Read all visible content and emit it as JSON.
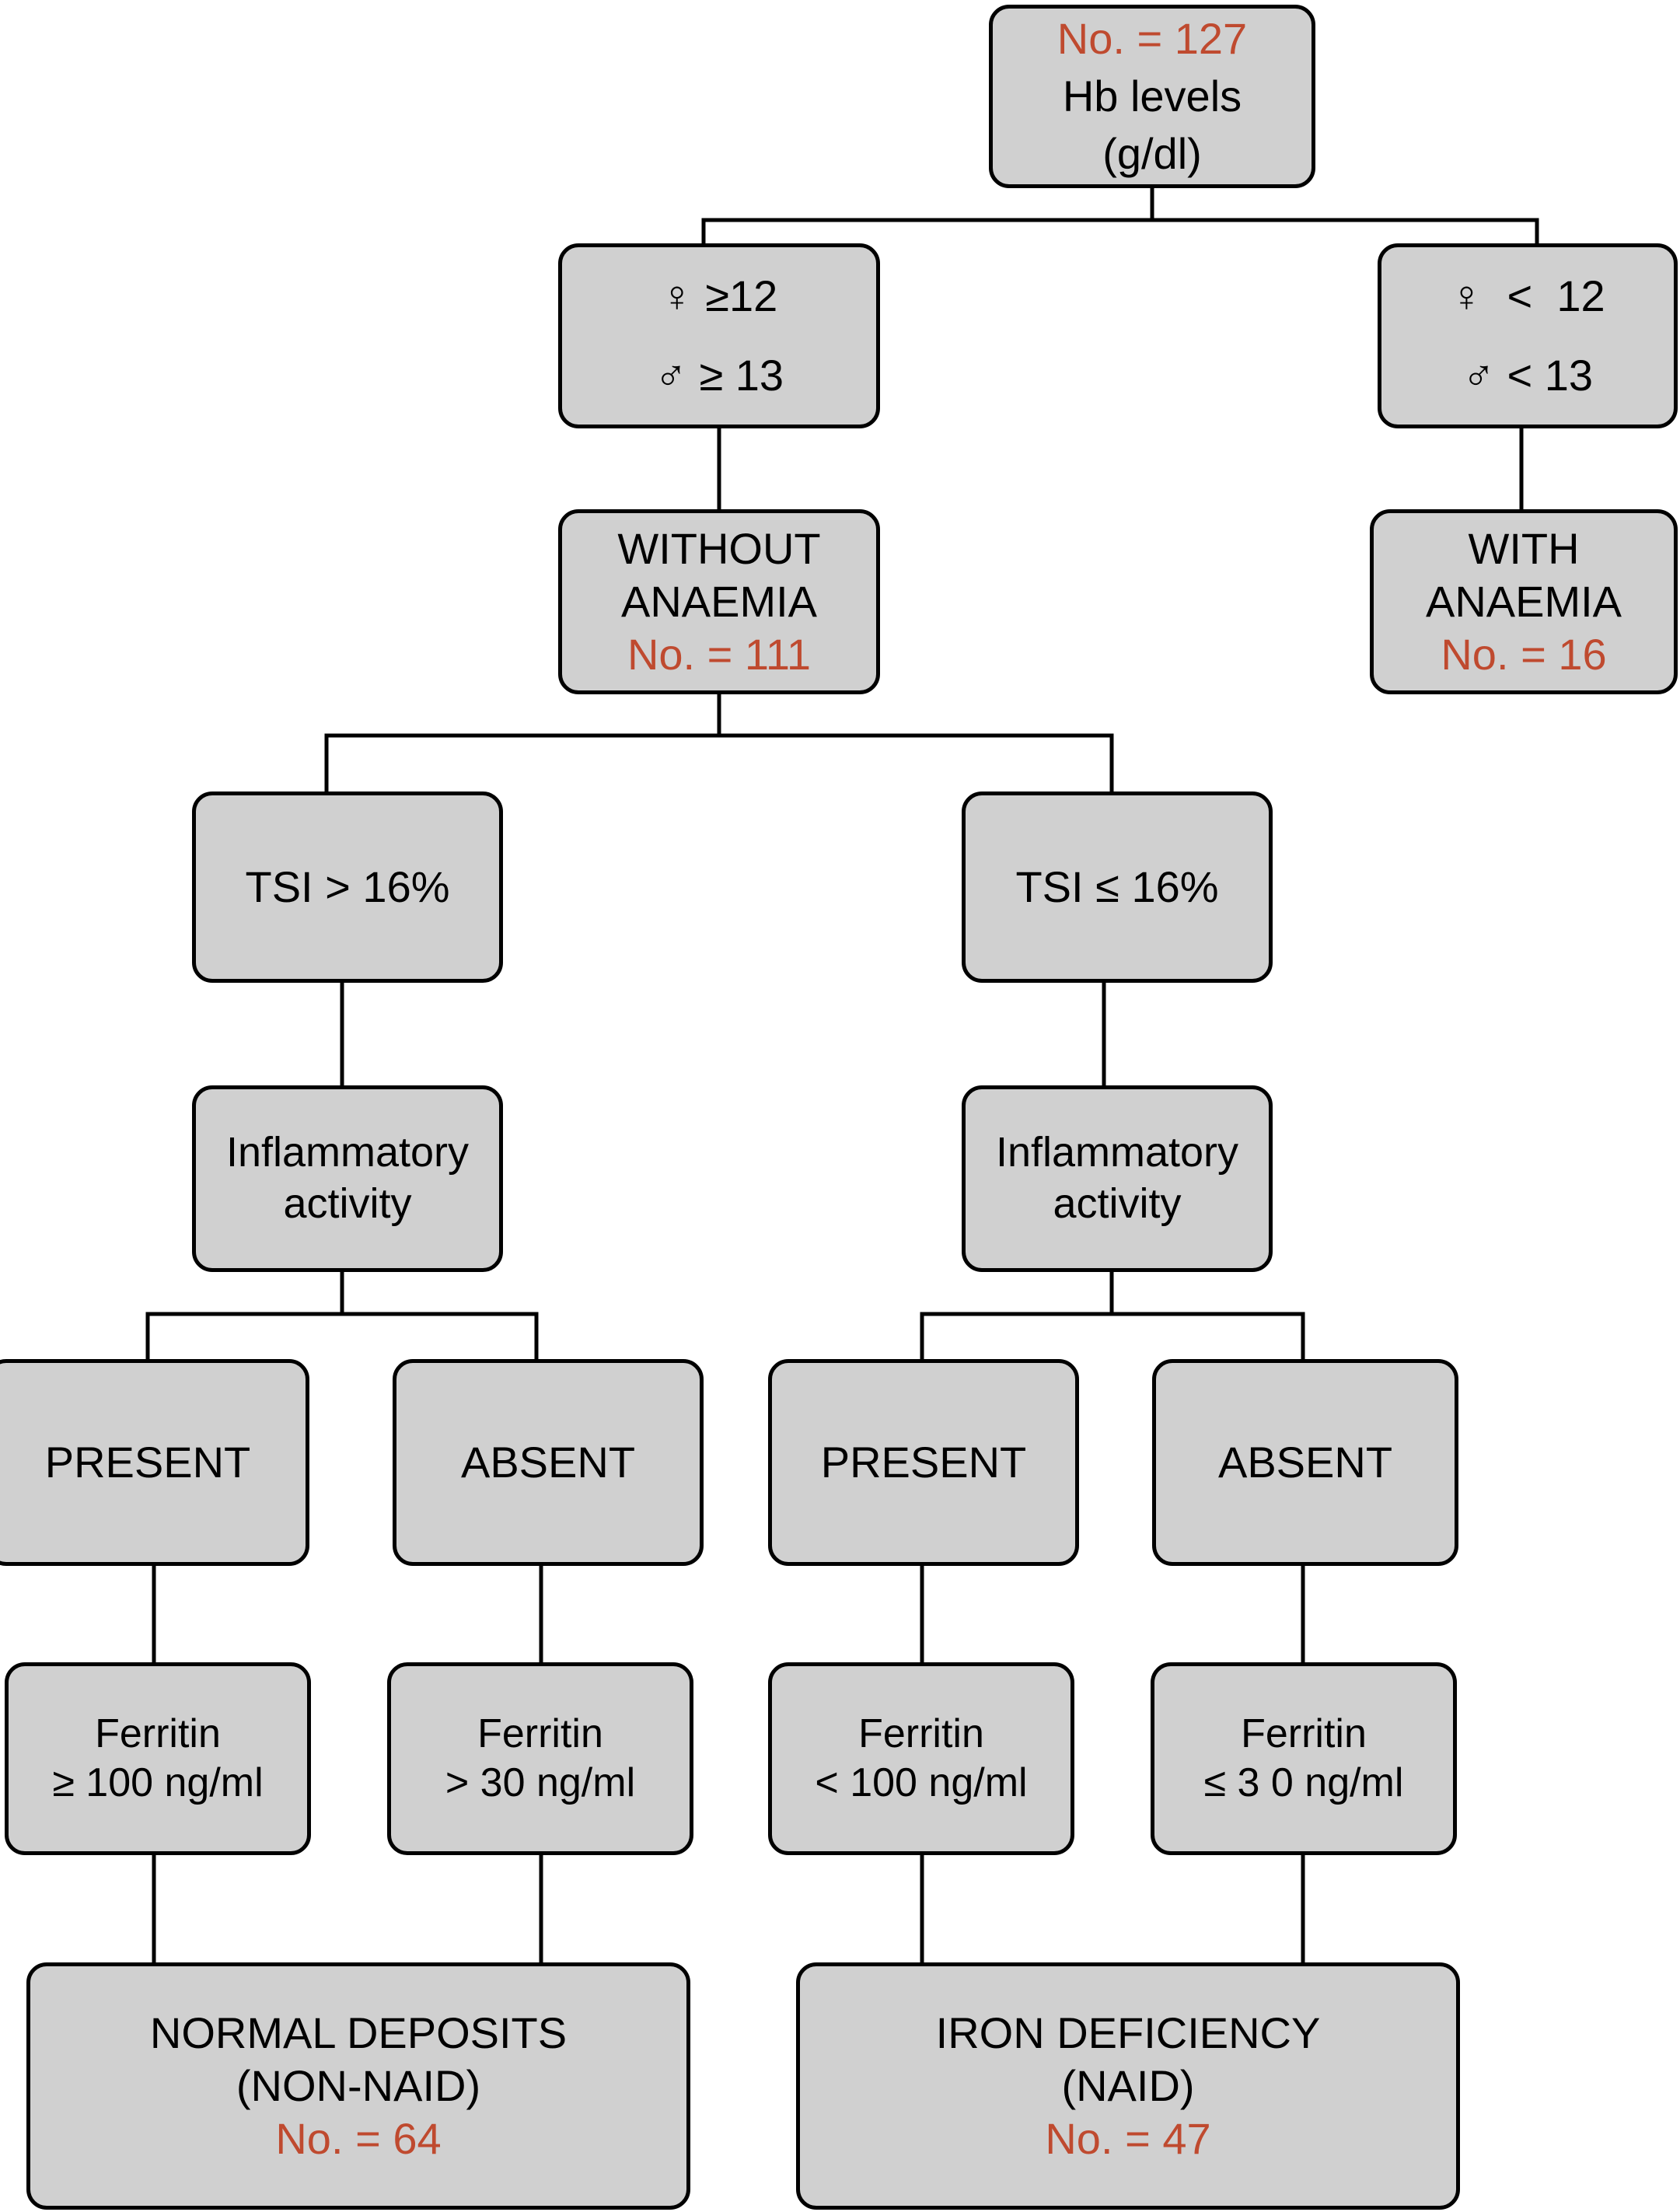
{
  "diagram": {
    "title": "Anaemia and iron-deficiency classification flowchart",
    "accent_red": "#bf4a2f",
    "node_fill": "#d0d0d0",
    "node_stroke": "#000000"
  },
  "nodes": {
    "root": {
      "count": "No. = 127",
      "line1": "Hb levels",
      "line2": "(g/dl)"
    },
    "no_anaemia_criteria": {
      "female": "♀ ≥12",
      "male": "♂ ≥ 13"
    },
    "anaemia_criteria": {
      "female": "♀  <  12",
      "male": "♂ < 13"
    },
    "without_anaemia": {
      "line1": "WITHOUT",
      "line2": "ANAEMIA",
      "count": "No. = 111"
    },
    "with_anaemia": {
      "line1": "WITH",
      "line2": "ANAEMIA",
      "count": "No. = 16"
    },
    "tsi_high": {
      "label": "TSI > 16%"
    },
    "tsi_low": {
      "label": "TSI ≤ 16%"
    },
    "inflammatory_left": {
      "line1": "Inflammatory",
      "line2": "activity"
    },
    "inflammatory_right": {
      "line1": "Inflammatory",
      "line2": "activity"
    },
    "present_left": {
      "label": "PRESENT"
    },
    "absent_left": {
      "label": "ABSENT"
    },
    "present_right": {
      "label": "PRESENT"
    },
    "absent_right": {
      "label": "ABSENT"
    },
    "ferritin_1": {
      "line1": "Ferritin",
      "line2": "≥ 100 ng/ml"
    },
    "ferritin_2": {
      "line1": "Ferritin",
      "line2": "> 30 ng/ml"
    },
    "ferritin_3": {
      "line1": "Ferritin",
      "line2": "< 100 ng/ml"
    },
    "ferritin_4": {
      "line1": "Ferritin",
      "line2": "≤ 3 0 ng/ml"
    },
    "normal_deposits": {
      "line1": "NORMAL DEPOSITS",
      "line2": "(NON-NAID)",
      "count": "No. = 64"
    },
    "iron_deficiency": {
      "line1": "IRON DEFICIENCY",
      "line2": "(NAID)",
      "count": "No. = 47"
    }
  }
}
